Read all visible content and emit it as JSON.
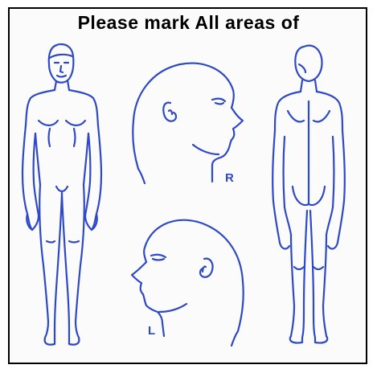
{
  "header": {
    "title": "Please mark All areas of"
  },
  "views": {
    "right_label": "R",
    "left_label": "L"
  },
  "colors": {
    "outline": "#2e49c6",
    "frame": "#000000",
    "background": "#ffffff"
  }
}
